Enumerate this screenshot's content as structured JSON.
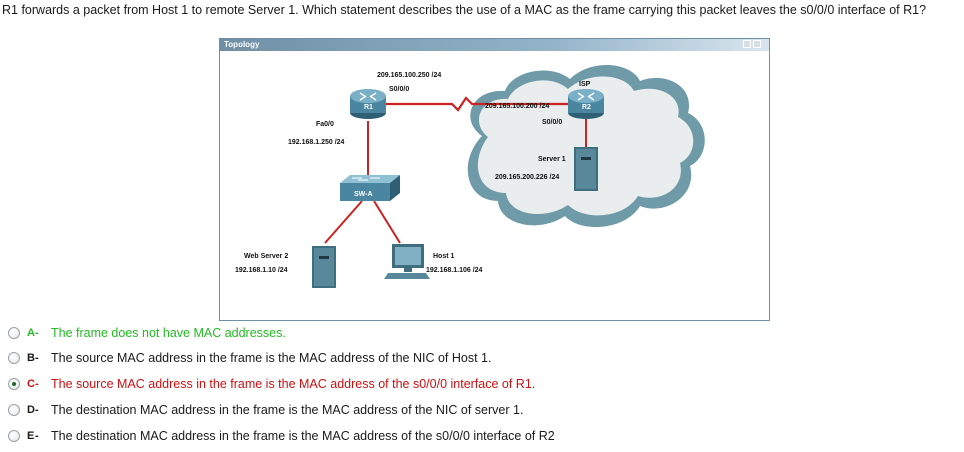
{
  "question": {
    "text": "R1 forwards a packet from Host 1 to remote Server 1. Which statement describes the use of a MAC as the frame carrying this packet leaves the s0/0/0 interface of R1?"
  },
  "topology": {
    "title": "Topology",
    "labels": {
      "r1_serial_ip": "209.165.100.250 /24",
      "r1_serial_if": "S0/0/0",
      "r1_name": "R1",
      "r1_fa_if": "Fa0/0",
      "r1_fa_ip": "192.168.1.250 /24",
      "isp_label": "ISP",
      "r2_serial_ip": "209.165.100.200 /24",
      "r2_serial_if": "S0/0/0",
      "r2_name": "R2",
      "server1_name": "Server 1",
      "server1_ip": "209.165.200.226 /24",
      "switch_name": "SW-A",
      "webserver_name": "Web Server 2",
      "webserver_ip": "192.168.1.10 /24",
      "host1_name": "Host 1",
      "host1_ip": "192.168.1.106 /24"
    }
  },
  "colors": {
    "correct": "#22bb22",
    "selected_wrong": "#cc1111",
    "normal": "#1a1a1a",
    "link": "#cc2222"
  },
  "options": [
    {
      "letter": "A",
      "text": "The frame does not have MAC addresses.",
      "state": "correct",
      "selected": false
    },
    {
      "letter": "B",
      "text": "The source MAC address in the frame is the MAC address of the NIC of Host 1.",
      "state": "normal",
      "selected": false
    },
    {
      "letter": "C",
      "text": "The source MAC address in the frame is the MAC address of the s0/0/0 interface of R1.",
      "state": "selected_wrong",
      "selected": true
    },
    {
      "letter": "D",
      "text": "The destination MAC address in the frame is the MAC address of the NIC of server 1.",
      "state": "normal",
      "selected": false
    },
    {
      "letter": "E",
      "text": "The destination MAC address in the frame is the MAC address of the s0/0/0 interface of R2",
      "state": "normal",
      "selected": false
    }
  ]
}
